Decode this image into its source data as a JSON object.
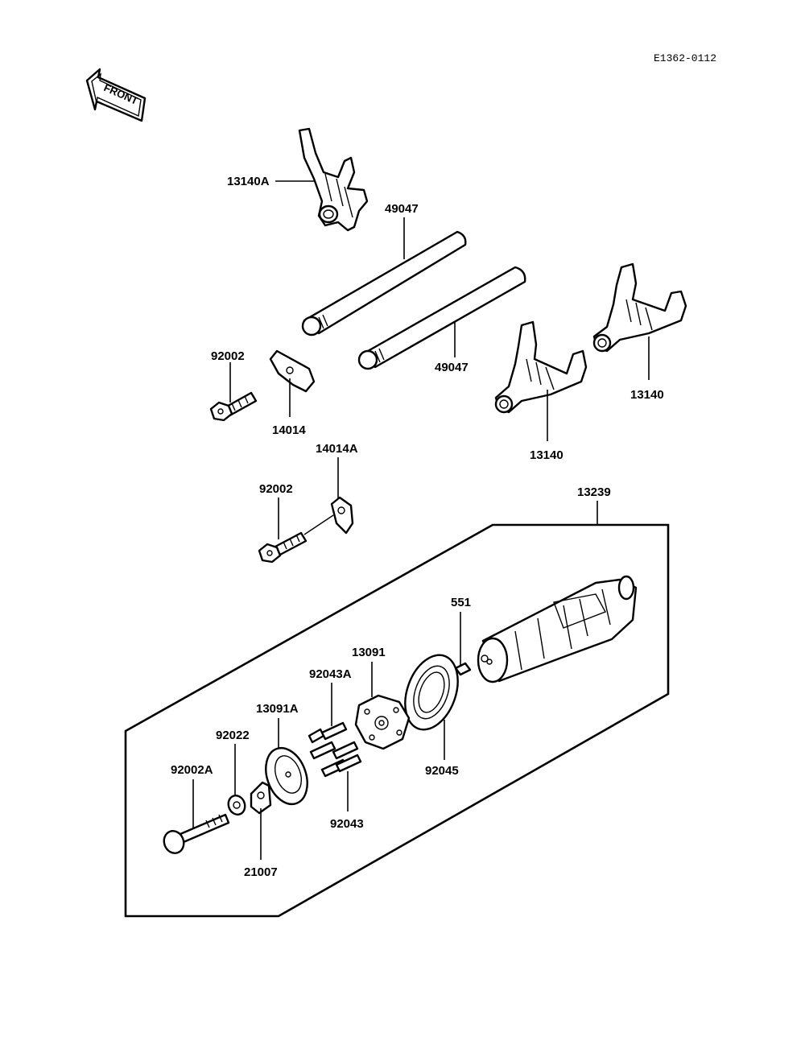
{
  "diagram_code": "E1362-0112",
  "front_arrow_label": "FRONT",
  "labels": {
    "p13140A": "13140A",
    "p49047_top": "49047",
    "p49047_bot": "49047",
    "p92002_a": "92002",
    "p14014": "14014",
    "p13140_mid": "13140",
    "p13140_right": "13140",
    "p14014A": "14014A",
    "p92002_b": "92002",
    "p13239": "13239",
    "p551": "551",
    "p13091": "13091",
    "p92043A": "92043A",
    "p13091A": "13091A",
    "p92022": "92022",
    "p92002A": "92002A",
    "p92045": "92045",
    "p92043": "92043",
    "p21007": "21007"
  }
}
